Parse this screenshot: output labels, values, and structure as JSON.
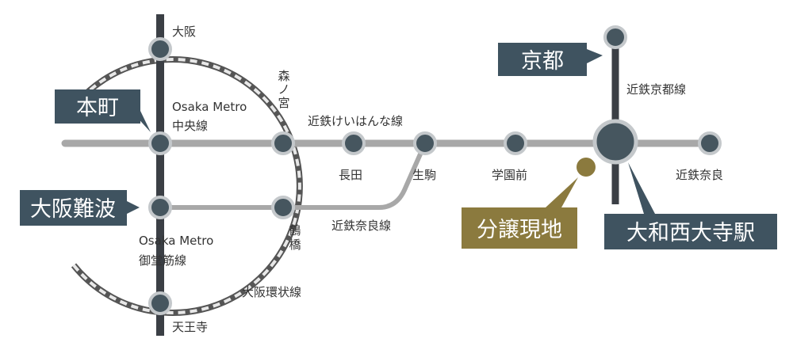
{
  "colors": {
    "line_gray": "#a8a8a8",
    "metro_dark": "#3b3f45",
    "station_fill": "#46565f",
    "station_stroke": "#c4c8cb",
    "label_bg": "#3f5360",
    "site_gold": "#8b7a3e",
    "loop_dash_light": "#e8e8e8",
    "loop_dash_dark": "#555555"
  },
  "lines": {
    "keihanna": "近鉄けいはんな線",
    "nara": "近鉄奈良線",
    "kyoto": "近鉄京都線",
    "kintetsu_nara": "近鉄奈良",
    "chuo": "Osaka Metro\n中央線",
    "midosuji": "Osaka Metro\n御堂筋線",
    "loop": "大阪環状線"
  },
  "stations": {
    "osaka": "大阪",
    "morinomiya": "森ノ宮",
    "nagata": "長田",
    "ikoma": "生駒",
    "gakuenmae": "学園前",
    "tsuruhashi": "鶴橋",
    "tennoji": "天王寺"
  },
  "callouts": {
    "honmachi": "本町",
    "namba": "大阪難波",
    "kyoto": "京都",
    "site": "分譲現地",
    "yamato_saidaiji": "大和西大寺駅"
  }
}
